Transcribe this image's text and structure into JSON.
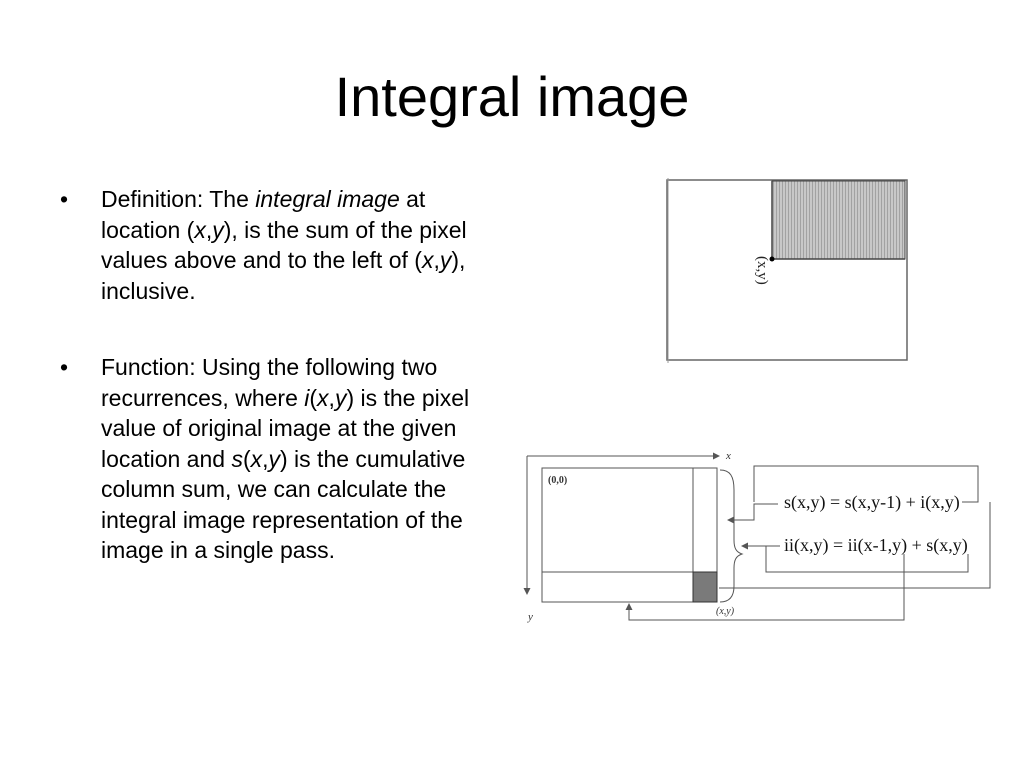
{
  "title": "Integral image",
  "bullets": [
    {
      "marker": "•",
      "parts": [
        {
          "t": "Definition: The ",
          "i": false
        },
        {
          "t": "integral image",
          "i": true
        },
        {
          "t": " at location (",
          "i": false
        },
        {
          "t": "x",
          "i": true
        },
        {
          "t": ",",
          "i": false
        },
        {
          "t": "y",
          "i": true
        },
        {
          "t": "), is the sum of the pixel values above and to the left of (",
          "i": false
        },
        {
          "t": "x",
          "i": true
        },
        {
          "t": ",",
          "i": false
        },
        {
          "t": "y",
          "i": true
        },
        {
          "t": "), inclusive.",
          "i": false
        }
      ]
    },
    {
      "marker": "•",
      "parts": [
        {
          "t": "Function: Using the following two recurrences, where ",
          "i": false
        },
        {
          "t": "i",
          "i": true
        },
        {
          "t": "(",
          "i": false
        },
        {
          "t": "x",
          "i": true
        },
        {
          "t": ",",
          "i": false
        },
        {
          "t": "y",
          "i": true
        },
        {
          "t": ") is the pixel value of original image at the given location and ",
          "i": false
        },
        {
          "t": "s",
          "i": true
        },
        {
          "t": "(",
          "i": false
        },
        {
          "t": "x",
          "i": true
        },
        {
          "t": ",",
          "i": false
        },
        {
          "t": "y",
          "i": true
        },
        {
          "t": ") is the cumulative column sum, we can calculate the integral image representation of the image in a single pass.",
          "i": false
        }
      ]
    }
  ],
  "figure1": {
    "point_label": "(x,y)"
  },
  "figure2": {
    "axis_x": "x",
    "axis_y": "y",
    "origin_label": "(0,0)",
    "point_label": "(x,y)",
    "eq1": "s(x,y) = s(x,y-1) + i(x,y)",
    "eq2": "ii(x,y) = ii(x-1,y) + s(x,y)"
  },
  "colors": {
    "shade": "#a9a9a9",
    "cell": "#7a7a7a",
    "line": "#555555"
  }
}
